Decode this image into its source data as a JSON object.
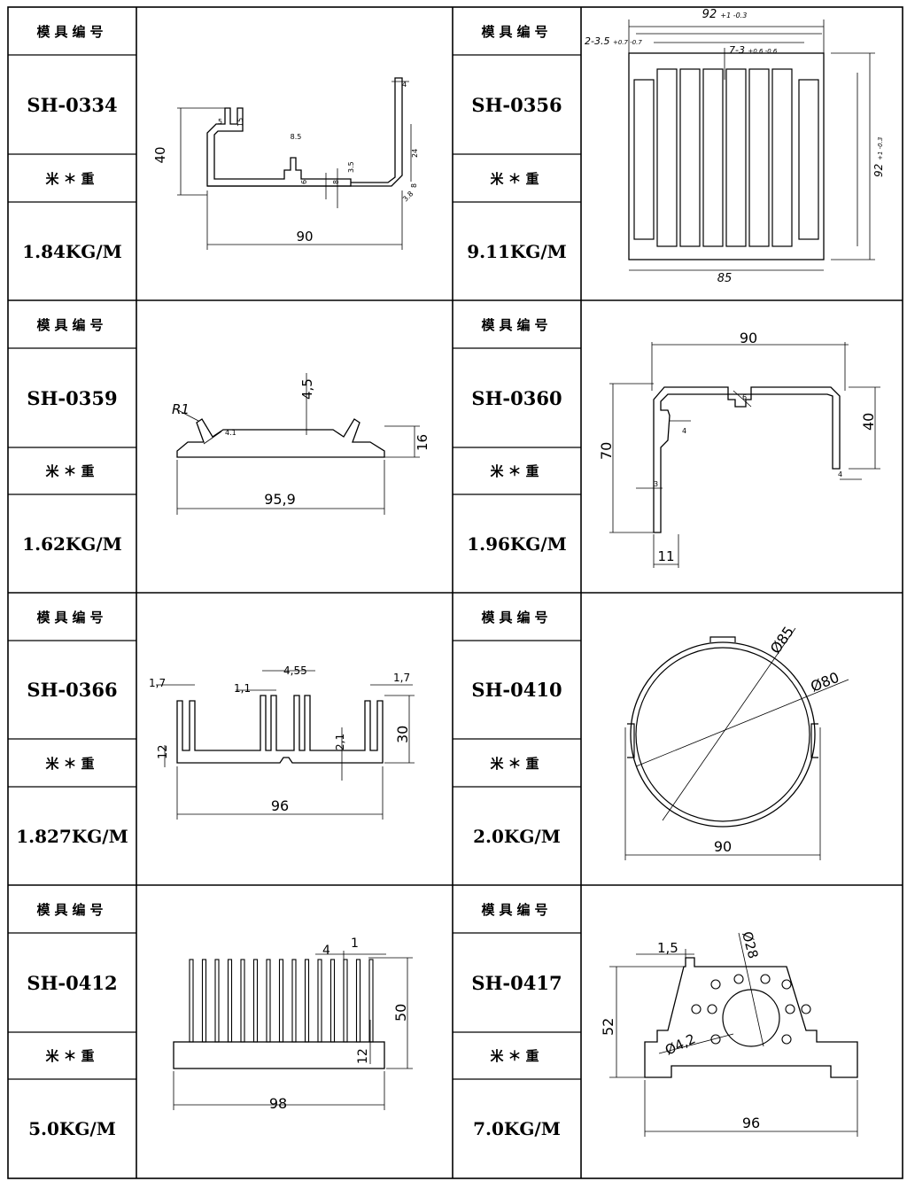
{
  "labels": {
    "mold_number": "模具编号",
    "weight_per_meter": "米＊重"
  },
  "items": [
    {
      "code": "SH-0334",
      "weight": "1.84KG/M",
      "dims": {
        "width": "90",
        "height": "40",
        "slot": "5",
        "slot_h": "15",
        "a": "8.5",
        "b": "6",
        "c": "8",
        "d": "3.5",
        "e": "24",
        "f": "4",
        "g": "8",
        "h": "3.8"
      }
    },
    {
      "code": "SH-0356",
      "weight": "9.11KG/M",
      "dims": {
        "top": "92",
        "top_tol": "+1 -0.3",
        "pitch": "2-3.5",
        "pitch_tol": "+0.7 -0.7",
        "fin": "7-3",
        "fin_tol": "+0.6 -0.6",
        "side": "92",
        "side_tol": "+1 -0.3",
        "bottom": "85"
      }
    },
    {
      "code": "SH-0359",
      "weight": "1.62KG/M",
      "dims": {
        "radius": "R1",
        "top": "4,5",
        "angle": "4.1",
        "height": "16",
        "width": "95,9"
      }
    },
    {
      "code": "SH-0360",
      "weight": "1.96KG/M",
      "dims": {
        "top": "90",
        "right": "40",
        "left": "70",
        "foot": "11",
        "a": "6",
        "b": "4",
        "c": "3",
        "d": "4"
      }
    },
    {
      "code": "SH-0366",
      "weight": "1.827KG/M",
      "dims": {
        "left_fin": "1,7",
        "mid_fin": "1,1",
        "gap": "4,55",
        "right_fin": "1,7",
        "base": "12",
        "notch": "2,1",
        "height": "30",
        "width": "96"
      }
    },
    {
      "code": "SH-0410",
      "weight": "2.0KG/M",
      "dims": {
        "outer": "Ø85",
        "inner": "Ø80",
        "width": "90"
      }
    },
    {
      "code": "SH-0412",
      "weight": "5.0KG/M",
      "dims": {
        "pitch": "4",
        "fin": "1",
        "height": "50",
        "base": "12",
        "width": "98"
      }
    },
    {
      "code": "SH-0417",
      "weight": "7.0KG/M",
      "dims": {
        "wall": "1,5",
        "bore": "Ø28",
        "hole": "Ø4,2",
        "height": "52",
        "width": "96"
      }
    }
  ]
}
